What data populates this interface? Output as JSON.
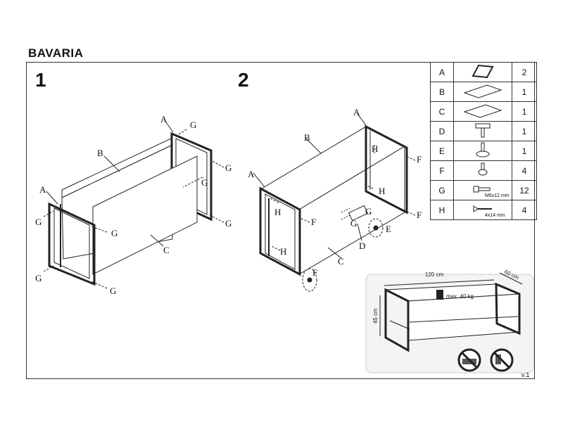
{
  "title": "BAVARIA",
  "steps": [
    "1",
    "2"
  ],
  "callouts": {
    "A": "A",
    "B": "B",
    "C": "C",
    "D": "D",
    "E": "E",
    "F": "F",
    "G": "G",
    "H": "H"
  },
  "parts": [
    {
      "code": "A",
      "icon": "frame-leg-icon",
      "qty": "2"
    },
    {
      "code": "B",
      "icon": "top-panel-icon",
      "qty": "1"
    },
    {
      "code": "C",
      "icon": "shelf-panel-icon",
      "qty": "1"
    },
    {
      "code": "D",
      "icon": "bracket-icon",
      "qty": "1"
    },
    {
      "code": "E",
      "icon": "adjustable-foot-icon",
      "qty": "1"
    },
    {
      "code": "F",
      "icon": "leveling-foot-icon",
      "qty": "4"
    },
    {
      "code": "G",
      "icon": "bolt-icon",
      "qty": "12",
      "size": "M6x12 mm"
    },
    {
      "code": "H",
      "icon": "screw-icon",
      "qty": "4",
      "size": "4x14 mm"
    }
  ],
  "dimensions": {
    "width": "120 cm",
    "depth": "60 cm",
    "height": "45 cm",
    "max_load": "max. 40 kg"
  },
  "warnings": [
    "no-stand-on-icon",
    "no-sit-on-icon"
  ],
  "version": "v.1"
}
